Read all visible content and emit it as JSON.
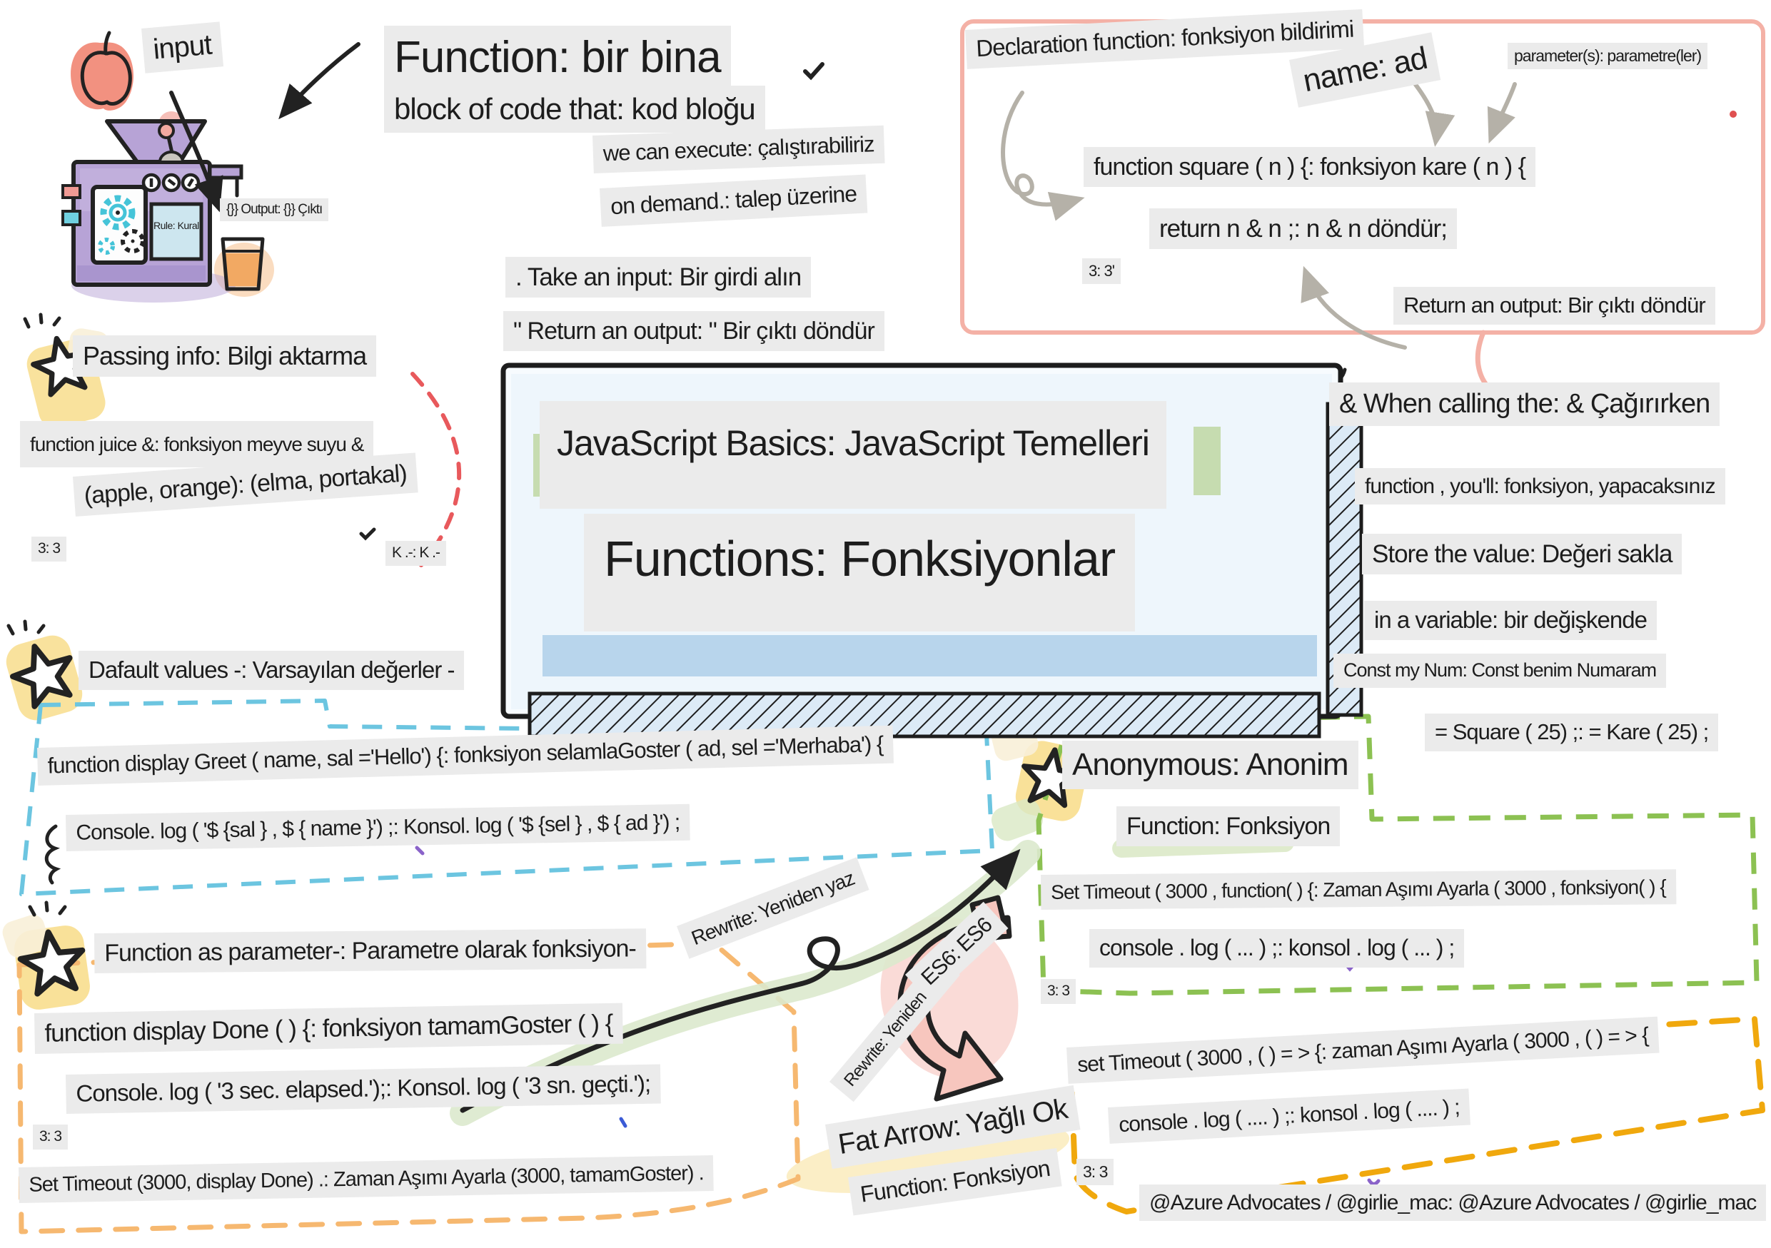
{
  "intro": {
    "input": "input",
    "function_title": "Function: bir bina",
    "block_of_code": "block of code that: kod bloğu",
    "we_can_execute": "we can execute: çalıştırabiliriz",
    "on_demand": "on demand.: talep üzerine",
    "output": "{}} Output: {}} Çıktı",
    "rule": "Rule: Kural",
    "take_an_input": ". Take an input: Bir girdi alın",
    "return_an_output": "\" Return an output: \" Bir çıktı döndür"
  },
  "declaration": {
    "heading": "Declaration function: fonksiyon bildirimi",
    "name_label": "name: ad",
    "params_label": "parameter(s): parametre(ler)",
    "code_line1": "function square ( n ) {: fonksiyon kare ( n ) {",
    "code_line2": "return n & n ;: n & n döndür;",
    "count": "3: 3'",
    "return_note": "Return an output: Bir çıktı döndür"
  },
  "calling": {
    "heading": "& When calling the: & Çağırırken",
    "youll": "function , you'll: fonksiyon, yapacaksınız",
    "store": "Store the value: Değeri sakla",
    "variable": "in a variable: bir değişkende",
    "const_line": "Const my Num: Const benim Numaram",
    "square_line": "= Square ( 25) ;: = Kare ( 25) ;"
  },
  "passing": {
    "heading": "Passing info: Bilgi aktarma",
    "code_line1": "function juice &: fonksiyon meyve suyu &",
    "code_line2": "(apple, orange): (elma, portakal)",
    "count": "3: 3",
    "note": "K .-: K .-"
  },
  "title_box": {
    "line1": "JavaScript Basics: JavaScript Temelleri",
    "line2": "Functions: Fonksiyonlar"
  },
  "defaults": {
    "heading": "Dafault values -: Varsayılan değerler -",
    "code_line1": "function display Greet ( name, sal ='Hello') {: fonksiyon selamlaGoster ( ad, sel ='Merhaba') {",
    "code_line2": "Console. log ( '$ {sal } , $ { name }') ;: Konsol. log ( '$ {sel } , $ { ad }') ;"
  },
  "as_parameter": {
    "heading": "Function as parameter-: Parametre olarak fonksiyon-",
    "code_line1": "function display Done ( ) {: fonksiyon tamamGoster ( ) {",
    "code_line2": "Console. log ( '3 sec. elapsed.');: Konsol. log ( '3 sn. geçti.');",
    "count": "3: 3",
    "code_line3": "Set Timeout (3000, display Done) .: Zaman Aşımı Ayarla (3000, tamamGoster) ."
  },
  "rewrite": {
    "label1": "Rewrite: Yeniden yaz",
    "label2": "Rewrite: Yeniden yaz",
    "es6": "ES6: ES6"
  },
  "fat_arrow": {
    "heading": "Fat Arrow: Yağlı Ok",
    "subheading": "Function: Fonksiyon",
    "code_line1": "set Timeout ( 3000 , ( ) = > {: zaman Aşımı Ayarla ( 3000 , ( ) = > {",
    "code_line2": "console . log ( .... ) ;: konsol . log ( .... ) ;",
    "count": "3: 3"
  },
  "anonymous": {
    "heading": "Anonymous: Anonim",
    "subheading": "Function: Fonksiyon",
    "code_line1": "Set Timeout ( 3000 , function( ) {: Zaman Aşımı Ayarla ( 3000 , fonksiyon( ) {",
    "code_line2": "console . log ( ... ) ;: konsol . log ( ... ) ;",
    "count": "3: 3"
  },
  "credits": {
    "text": "@Azure Advocates / @girlie_mac: @Azure Advocates / @girlie_mac"
  },
  "colors": {
    "label_bg": "#ebebeb",
    "ink": "#1d1d1d",
    "pink_border": "#f4b1a6",
    "red_dash": "#e8595c",
    "blue_dash": "#6cc5e0",
    "orange_dash": "#f6b870",
    "green_dash": "#8cc152",
    "gold_dash": "#f0a80d",
    "machine_purple": "#b7a3d6",
    "gear_teal": "#45c4d8",
    "apple_pink": "#f29180",
    "juice_orange": "#f2a963",
    "star_yellow": "#f7d87c",
    "box_blue": "#cfe4f3",
    "green_wash": "#bcd69c",
    "fat_arrow_pink": "#f7c6be"
  }
}
